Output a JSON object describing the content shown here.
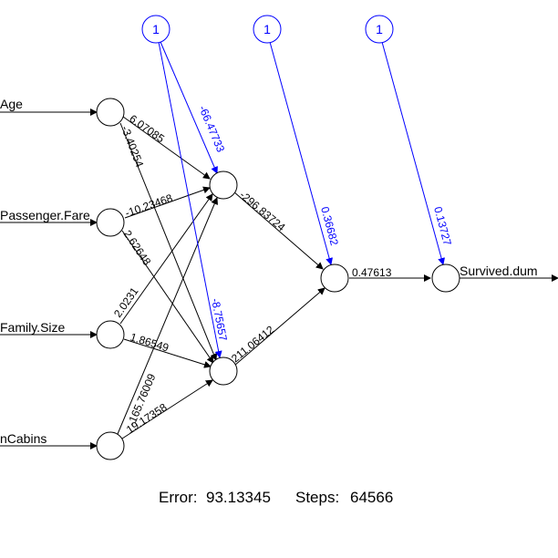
{
  "inputs": [
    "Age",
    "Passenger.Fare",
    "Family.Size",
    "nCabins"
  ],
  "output": "Survived.dum",
  "bias_label": "1",
  "weights": {
    "input_to_h1": [
      "6.07085",
      "-10.23468",
      "2.0231",
      "-165.76009"
    ],
    "input_to_h2": [
      "-3.40254",
      "2.62648",
      "1.86549",
      "19.17358"
    ],
    "bias_to_h1": "-66.47733",
    "bias_to_h2": "-8.75657",
    "h1_to_o": "-296.83724",
    "h2_to_o": "211.06412",
    "bias_to_o": "0.36682",
    "o_to_out": "0.47613",
    "bias_to_out": "0.13727"
  },
  "footer": {
    "error_label": "Error:",
    "error_value": "93.13345",
    "steps_label": "Steps:",
    "steps_value": "64566"
  },
  "colors": {
    "edge": "#000000",
    "bias": "#0000ff"
  }
}
